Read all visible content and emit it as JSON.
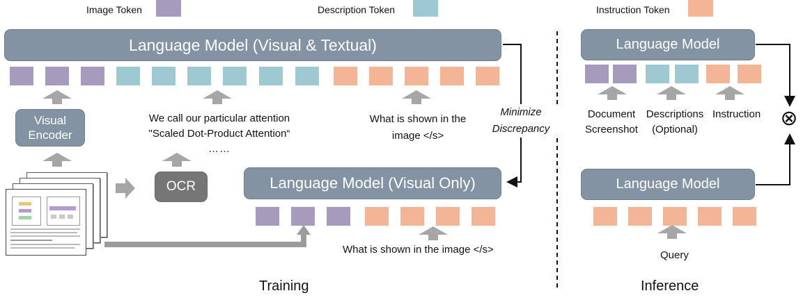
{
  "legend": {
    "image_token": "Image Token",
    "description_token": "Description Token",
    "instruction_token": "Instruction Token"
  },
  "training": {
    "lm_top": "Language Model (Visual & Textual)",
    "visual_encoder": "Visual Encoder",
    "ocr_text_line1": "We call our particular attention",
    "ocr_text_line2": "\"Scaled Dot-Product Attention“",
    "ocr_ellipsis": "……",
    "prompt_top_line1": "What is shown in the",
    "prompt_top_line2": "image </s>",
    "ocr": "OCR",
    "lm_bottom": "Language Model (Visual Only)",
    "prompt_bottom": "What is shown in the image </s>",
    "minimize_line1": "Minimize",
    "minimize_line2": "Discrepancy",
    "caption": "Training"
  },
  "inference": {
    "lm_top": "Language Model",
    "doc_line1": "Document",
    "doc_line2": "Screenshot",
    "desc_line1": "Descriptions",
    "desc_line2": "(Optional)",
    "instruction": "Instruction",
    "otimes": "⊗",
    "lm_bottom": "Language Model",
    "query": "Query",
    "caption": "Inference"
  },
  "colors": {
    "model_box": "#8393a4",
    "image_token": "#a79bbd",
    "description_token": "#9ec8d2",
    "instruction_token": "#f3b596",
    "arrow_gray": "#a6a6a6",
    "ocr_box": "#767676"
  }
}
